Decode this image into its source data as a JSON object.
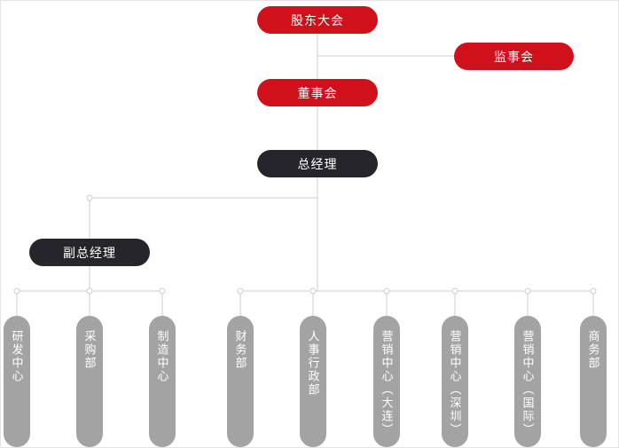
{
  "colors": {
    "red": "#d0111b",
    "dark": "#25252b",
    "gray": "#a3a3a3",
    "line": "#cccccc"
  },
  "org": {
    "shareholders_meeting": "股东大会",
    "supervisory_board": "监事会",
    "board_of_directors": "董事会",
    "general_manager": "总经理",
    "deputy_general_manager": "副总经理",
    "deputy_gm_departments": [
      "研发中心",
      "采购部",
      "制造中心"
    ],
    "gm_departments": [
      "财务部",
      "人事行政部",
      "营销中心（大连）",
      "营销中心（深圳）",
      "营销中心（国际）",
      "商务部"
    ]
  }
}
